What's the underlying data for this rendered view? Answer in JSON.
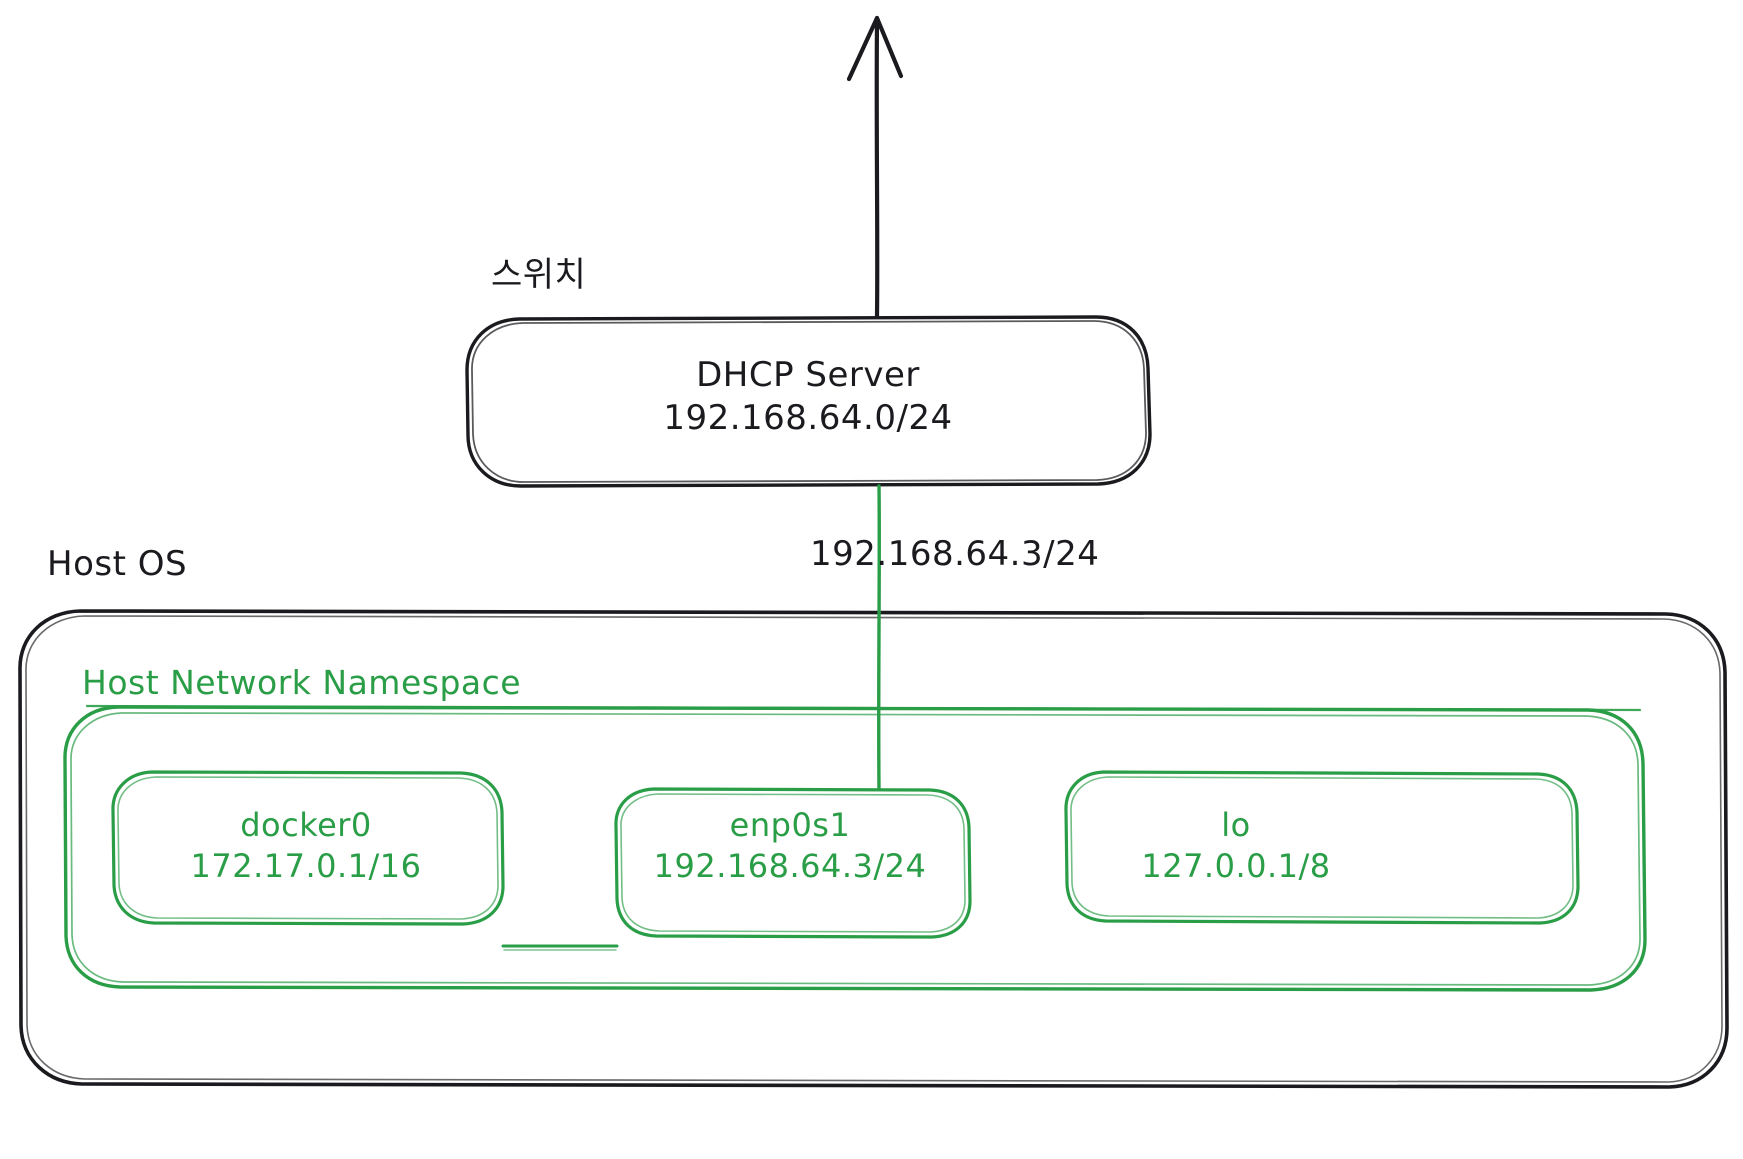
{
  "diagram": {
    "title_alt": "Host OS network namespace diagram",
    "colors": {
      "stroke_black": "#1b1b1f",
      "stroke_green": "#2a9d47",
      "background": "#ffffff"
    },
    "labels": {
      "switch": "스위치",
      "host_os": "Host OS",
      "uplink_ip": "192.168.64.3/24"
    },
    "dhcp_server": {
      "name": "DHCP Server",
      "cidr": "192.168.64.0/24"
    },
    "namespace": {
      "label": "Host Network Namespace"
    },
    "interfaces": [
      {
        "name": "docker0",
        "cidr": "172.17.0.1/16"
      },
      {
        "name": "enp0s1",
        "cidr": "192.168.64.3/24"
      },
      {
        "name": "lo",
        "cidr": "127.0.0.1/8"
      }
    ]
  }
}
